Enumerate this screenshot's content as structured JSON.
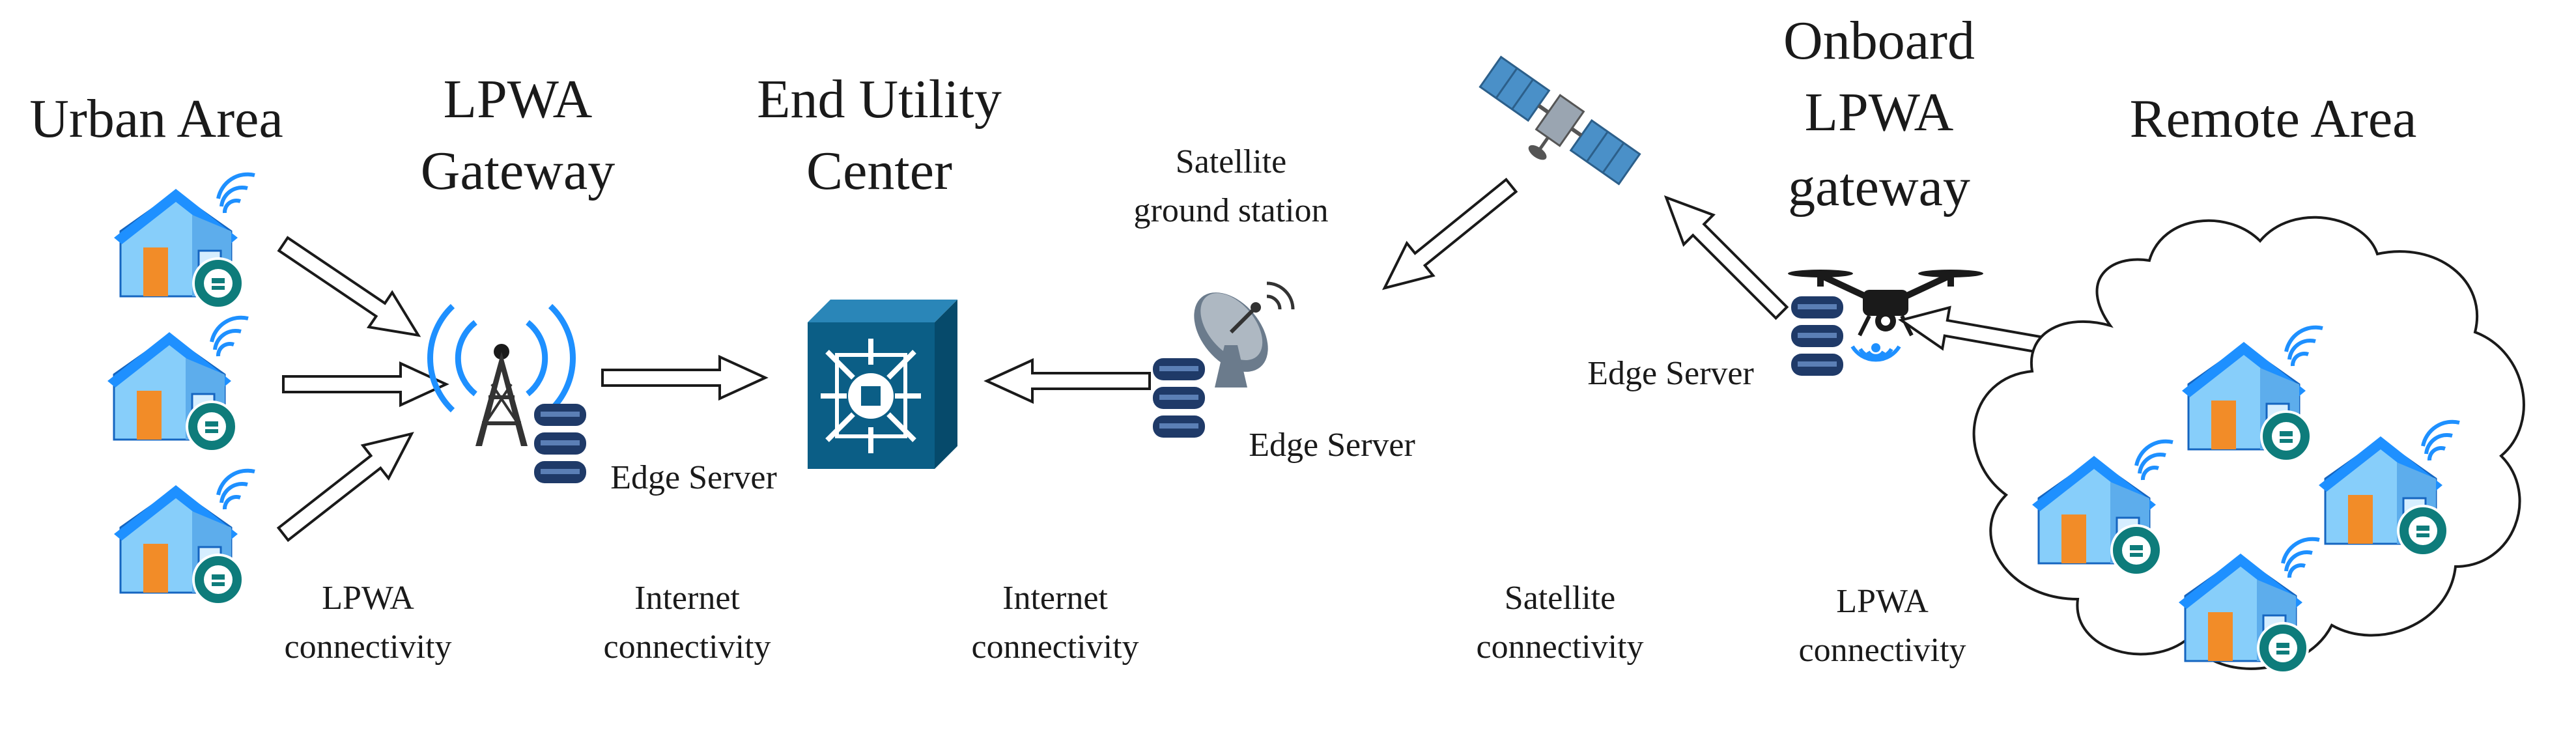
{
  "headings": {
    "urban_area": "Urban Area",
    "lpwa_gateway": [
      "LPWA",
      "Gateway"
    ],
    "end_utility_center": [
      "End Utility",
      "Center"
    ],
    "onboard_lpwa_gateway": [
      "Onboard",
      "LPWA",
      "gateway"
    ],
    "remote_area": "Remote Area"
  },
  "labels": {
    "satellite_ground_station": [
      "Satellite",
      "ground station"
    ],
    "edge_server_gateway": "Edge Server",
    "edge_server_ground": "Edge Server",
    "edge_server_drone": "Edge Server"
  },
  "connectivity": {
    "lpwa_urban": [
      "LPWA",
      "connectivity"
    ],
    "internet_1": [
      "Internet",
      "connectivity"
    ],
    "internet_2": [
      "Internet",
      "connectivity"
    ],
    "satellite": [
      "Satellite",
      "connectivity"
    ],
    "lpwa_remote": [
      "LPWA",
      "connectivity"
    ]
  },
  "colors": {
    "house_roof": "#1E90FF",
    "house_wall": "#87CEFA",
    "house_door": "#F28C28",
    "meter": "#0E7C7B",
    "server": "#1F3A68",
    "utility_center": "#0B5E86",
    "wifi": "#1E90FF",
    "outline": "#1a1a1a"
  },
  "icons": [
    "house-icon",
    "smart-meter-icon",
    "wifi-icon",
    "lpwa-tower-icon",
    "edge-server-icon",
    "utility-center-icon",
    "satellite-dish-icon",
    "satellite-icon",
    "drone-icon",
    "cloud-icon"
  ]
}
